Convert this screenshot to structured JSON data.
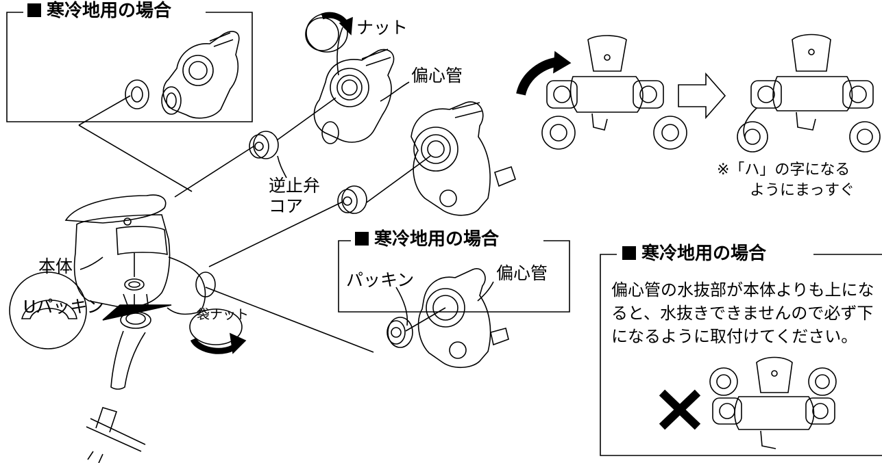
{
  "boxes": {
    "top_left_header": "寒冷地用の場合",
    "middle_header": "寒冷地用の場合",
    "right_header": "寒冷地用の場合"
  },
  "labels": {
    "nut": "ナット",
    "eccentric_pipe_top": "偏心管",
    "check_valve_core_line1": "逆止弁",
    "check_valve_core_line2": "コア",
    "body": "本体",
    "u_packing": "Uパッキン",
    "bag_nut": "袋ナット",
    "packing": "パッキン",
    "eccentric_pipe_box": "偏心管"
  },
  "notes": {
    "ha_shape_line1": "※「ハ」の字になる",
    "ha_shape_line2": "ようにまっすぐ",
    "cold_region_text": "偏心管の水抜部が本体よりも上になると、水抜きできませんので必ず下になるように取付けてください。"
  },
  "colors": {
    "line": "#000000",
    "background": "#ffffff"
  },
  "icons": [
    "rotate-arrow-icon",
    "right-arrow-icon",
    "cross-mark-icon"
  ]
}
